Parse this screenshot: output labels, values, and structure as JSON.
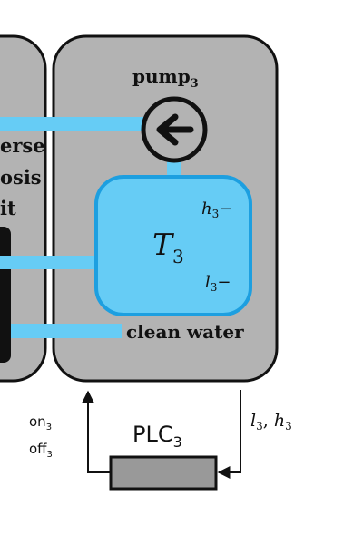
{
  "colors": {
    "module_fill": "#b3b3b3",
    "outline": "#111111",
    "water": "#66ccf5",
    "tank": "#66ccf5",
    "tank_border": "#1d9fe0",
    "plc_fill": "#999999",
    "black_unit": "#111111",
    "plc_label_highlight": "#4da9e8"
  },
  "left_module": {
    "label_lines": [
      "erse",
      "osis",
      "it"
    ]
  },
  "pump": {
    "name": "pump",
    "index": "3",
    "icon": "arrow-left-icon"
  },
  "tank": {
    "name": "T",
    "index": "3"
  },
  "sensors": {
    "high": {
      "name": "h",
      "index": "3",
      "suffix": "−"
    },
    "low": {
      "name": "l",
      "index": "3",
      "suffix": "−"
    }
  },
  "outlet": {
    "label": "clean water"
  },
  "plc": {
    "name": "PLC",
    "index": "3"
  },
  "signals": {
    "on": {
      "name": "on",
      "index": "3"
    },
    "off": {
      "name": "off",
      "index": "3"
    },
    "feedback": {
      "l_name": "l",
      "l_index": "3",
      "separator": ", ",
      "h_name": "h",
      "h_index": "3"
    }
  }
}
